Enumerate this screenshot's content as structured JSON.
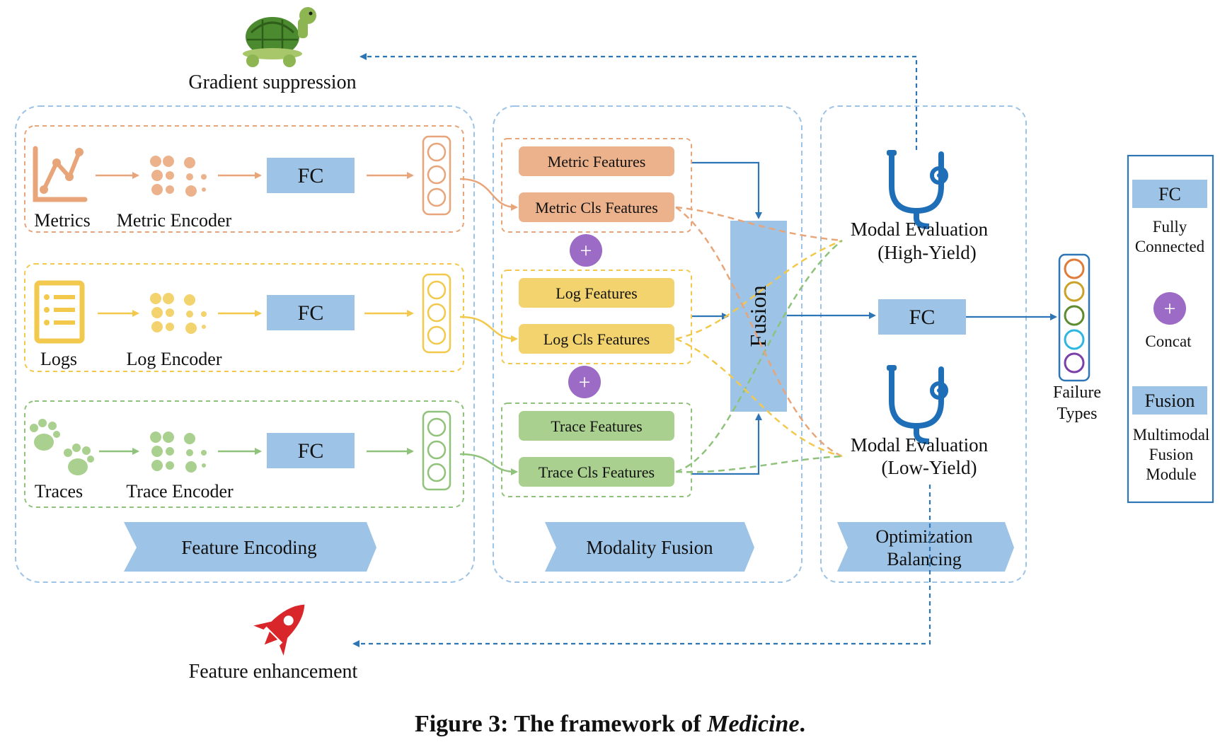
{
  "diagram": {
    "top_label": "Gradient suppression",
    "bottom_label": "Feature enhancement",
    "encoding": {
      "rows": [
        {
          "input": "Metrics",
          "encoder": "Metric Encoder",
          "fc": "FC"
        },
        {
          "input": "Logs",
          "encoder": "Log Encoder",
          "fc": "FC"
        },
        {
          "input": "Traces",
          "encoder": "Trace Encoder",
          "fc": "FC"
        }
      ],
      "stage_label": "Feature Encoding"
    },
    "fusion_panel": {
      "groups": [
        {
          "features": "Metric Features",
          "cls": "Metric Cls Features"
        },
        {
          "features": "Log Features",
          "cls": "Log Cls Features"
        },
        {
          "features": "Trace Features",
          "cls": "Trace Cls Features"
        }
      ],
      "concat_symbol": "+",
      "fusion_block": "Fusion",
      "stage_label": "Modality Fusion"
    },
    "optimization": {
      "high_eval_line1": "Modal Evaluation",
      "high_eval_line2": "(High-Yield)",
      "low_eval_line1": "Modal Evaluation",
      "low_eval_line2": "(Low-Yield)",
      "fc": "FC",
      "stage_label_line1": "Optimization",
      "stage_label_line2": "Balancing"
    },
    "output": {
      "line1": "Failure",
      "line2": "Types"
    },
    "legend": {
      "fc": "FC",
      "fc_desc_line1": "Fully",
      "fc_desc_line2": "Connected",
      "concat_symbol": "+",
      "concat_desc": "Concat",
      "fusion": "Fusion",
      "fusion_desc_line1": "Multimodal",
      "fusion_desc_line2": "Fusion",
      "fusion_desc_line3": "Module"
    },
    "colors": {
      "metric": "#e8a57a",
      "metric_fill": "#ecb28c",
      "log": "#f2c94c",
      "log_fill": "#f3d36e",
      "trace": "#8fc27a",
      "trace_fill": "#a9d08e",
      "blue": "#9dc3e6",
      "arrow_blue": "#2e75b6",
      "stage": "#9dc3e6",
      "concat": "#9b6bc6",
      "stethoscope": "#1f6fb8",
      "rocket": "#d9262b",
      "turtle": "#4c8a2f"
    }
  },
  "caption": {
    "prefix": "Figure 3: The framework of ",
    "italic": "Medicine",
    "suffix": "."
  }
}
